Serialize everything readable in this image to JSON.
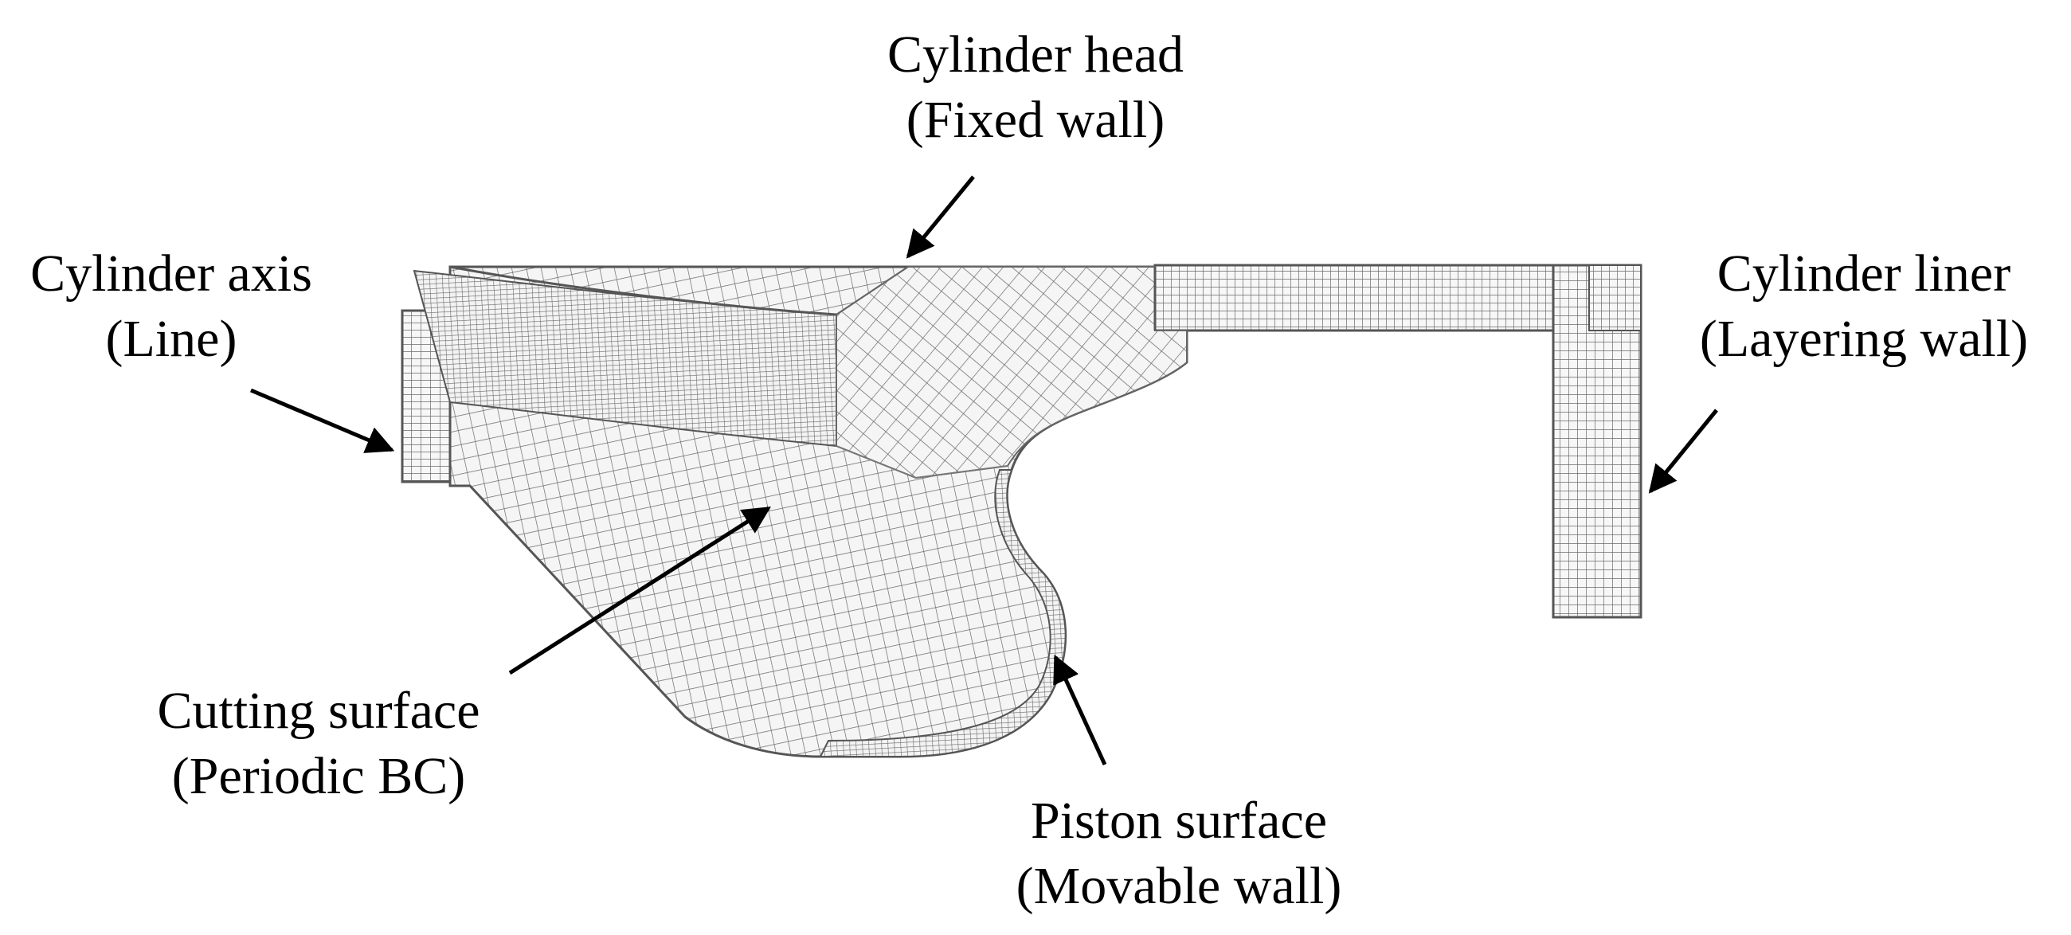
{
  "labels": {
    "cylinder_head": {
      "title": "Cylinder head",
      "type": "(Fixed wall)"
    },
    "cylinder_axis": {
      "title": "Cylinder axis",
      "type": "(Line)"
    },
    "cylinder_liner": {
      "title": "Cylinder liner",
      "type": "(Layering wall)"
    },
    "cutting_surface": {
      "title": "Cutting surface",
      "type": "(Periodic BC)"
    },
    "piston_surface": {
      "title": "Piston surface",
      "type": "(Movable wall)"
    }
  },
  "colors": {
    "mesh_line": "#6a6a6a",
    "mesh_fill": "#f4f4f4",
    "outline": "#555555",
    "arrow": "#000000",
    "text": "#000000"
  }
}
